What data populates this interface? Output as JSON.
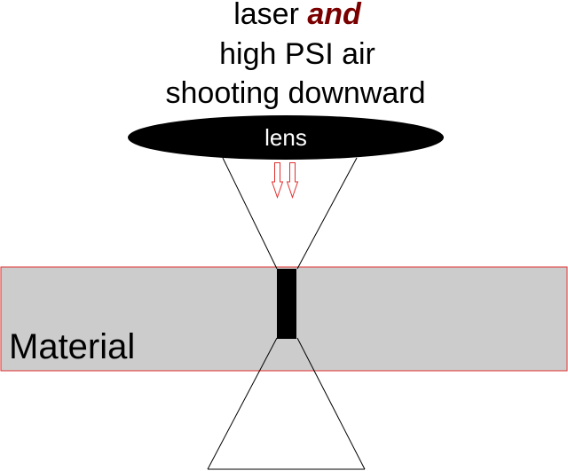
{
  "caption": {
    "line1_prefix": "laser ",
    "line1_emphasis": "and",
    "line2": "high PSI air",
    "line3": "shooting downward"
  },
  "lens": {
    "label": "lens"
  },
  "material": {
    "label": "Material"
  },
  "colors": {
    "emphasis_text": "#7a0000",
    "air_arrow_outline": "#e03030",
    "material_fill": "#cccccc",
    "material_border": "#e03030",
    "lens_fill": "#000000",
    "beam_line": "#000000",
    "cut_fill": "#000000"
  },
  "icons": {
    "air_arrows": "down-arrow-outline-icon"
  }
}
